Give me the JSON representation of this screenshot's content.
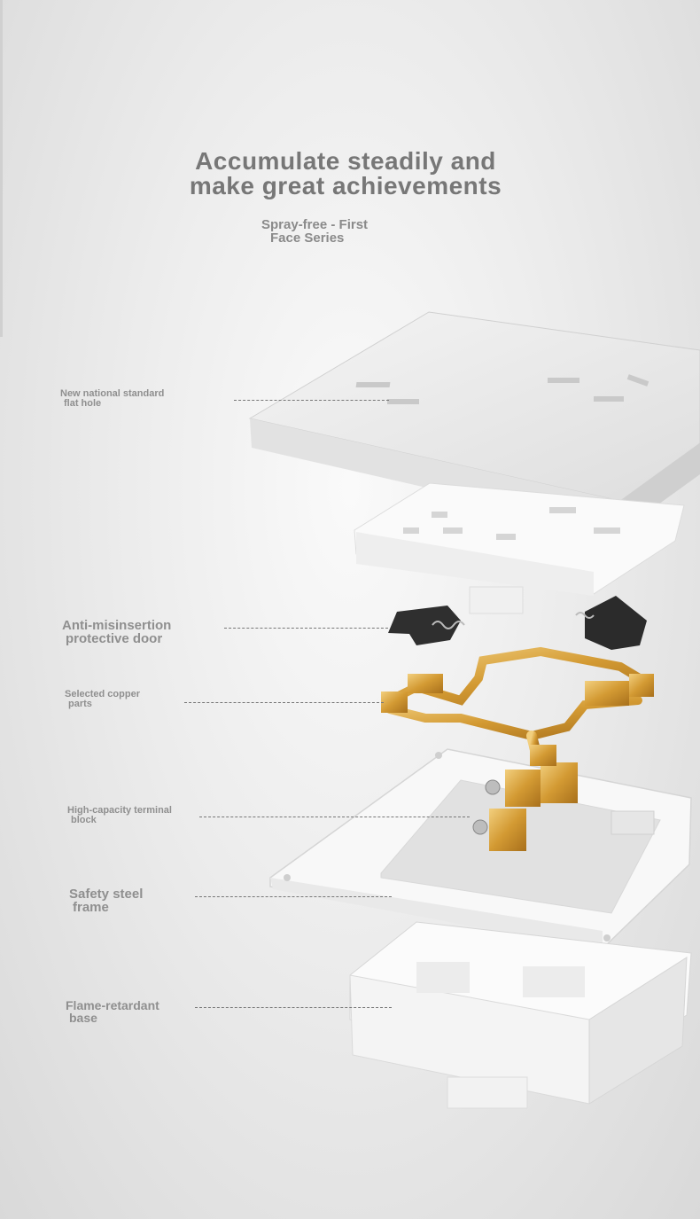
{
  "headline": {
    "line1": "Accumulate steadily and",
    "line2": "make great achievements"
  },
  "subtitle": {
    "line1": "Spray-free - First",
    "line2": "Face Series"
  },
  "labels": {
    "flat_hole": {
      "line1": "New national standard",
      "line2": "flat hole"
    },
    "door": {
      "line1": "Anti-misinsertion",
      "line2": "protective door"
    },
    "copper": {
      "line1": "Selected copper",
      "line2": "parts"
    },
    "terminal": {
      "line1": "High-capacity terminal",
      "line2": "block"
    },
    "frame": {
      "line1": "Safety steel",
      "line2": "frame"
    },
    "base": {
      "line1": "Flame-retardant",
      "line2": "base"
    }
  },
  "colors": {
    "copper": "#d9a43a",
    "door": "#2f2f2f",
    "plastic": "#f7f7f7"
  }
}
